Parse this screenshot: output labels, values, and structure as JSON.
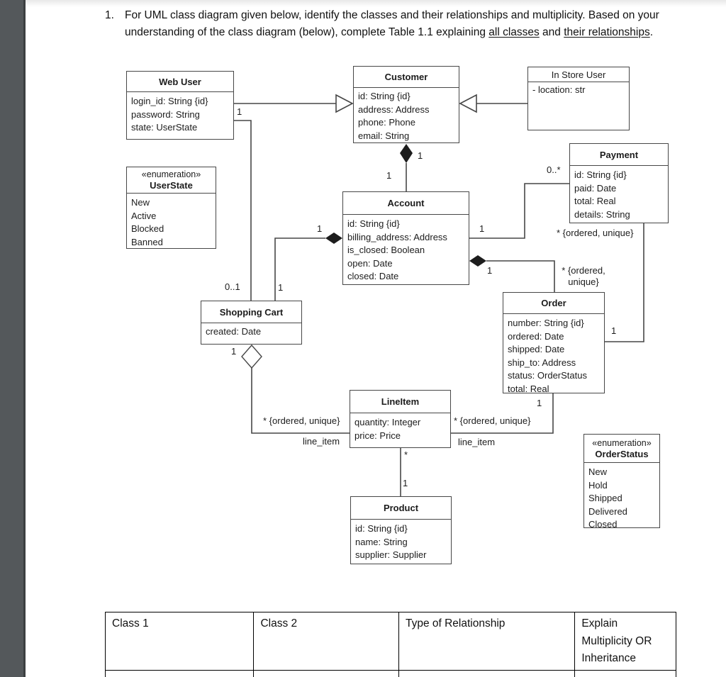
{
  "colors": {
    "viewer_gutter": "#54585b",
    "gutter_edge": "#3c3f41",
    "diagram_line": "#474747",
    "text": "#1c1c1c"
  },
  "icons": {
    "inheritance": "open-triangle",
    "composition": "filled-diamond",
    "aggregation": "open-diamond"
  },
  "question": {
    "number": "1.",
    "s1": "For UML class diagram given below, identify the classes and their relationships and multiplicity.  Based on your understanding of the class diagram (below), complete Table 1.1 explaining ",
    "s2": "all classes",
    "s3": " and ",
    "s4": "their relationships",
    "s5": "."
  },
  "diagram": {
    "classes": {
      "web_user": {
        "title": "Web User",
        "attributes": [
          "login_id: String {id}",
          "password: String",
          "state: UserState"
        ]
      },
      "customer": {
        "title": "Customer",
        "attributes": [
          "id: String {id}",
          "address: Address",
          "phone: Phone",
          "email: String"
        ]
      },
      "in_store_user": {
        "title": "In Store User",
        "attributes": [
          "- location: str"
        ]
      },
      "payment": {
        "title": "Payment",
        "attributes": [
          "id: String {id}",
          "paid: Date",
          "total: Real",
          "details: String"
        ]
      },
      "user_state": {
        "stereotype": "«enumeration»",
        "title": "UserState",
        "values": [
          "New",
          "Active",
          "Blocked",
          "Banned"
        ]
      },
      "account": {
        "title": "Account",
        "attributes": [
          "id: String {id}",
          "billing_address: Address",
          "is_closed: Boolean",
          "open: Date",
          "closed: Date"
        ]
      },
      "shopping_cart": {
        "title": "Shopping Cart",
        "attributes": [
          "created: Date"
        ]
      },
      "order": {
        "title": "Order",
        "attributes": [
          "number: String {id}",
          "ordered: Date",
          "shipped: Date",
          "ship_to: Address",
          "status: OrderStatus",
          "total: Real"
        ]
      },
      "line_item": {
        "title": "LineItem",
        "attributes": [
          "quantity: Integer",
          "price: Price"
        ]
      },
      "product": {
        "title": "Product",
        "attributes": [
          "id: String {id}",
          "name: String",
          "supplier: Supplier"
        ]
      },
      "order_status": {
        "stereotype": "«enumeration»",
        "title": "OrderStatus",
        "values": [
          "New",
          "Hold",
          "Shipped",
          "Delivered",
          "Closed"
        ]
      }
    },
    "multiplicities": {
      "wu_cart_user_end": "1",
      "wu_cart_cart_end": "0..1",
      "acct_cart_acct_end": "1",
      "acct_cart_cart_end": "1",
      "cust_acct_cust_end": "1",
      "cust_acct_acct_end": "1",
      "acct_pay_acct_end": "1",
      "acct_pay_pay_end": "0..*",
      "acct_order_acct_end": "1",
      "acct_order_order_end": "* {ordered,\nunique}",
      "order_pay_pay_end": "* {ordered, unique}",
      "order_pay_order_end": "1",
      "order_li_order_end": "1",
      "order_li_li_end": "* {ordered, unique}",
      "order_li_role": "line_item",
      "cart_li_cart_end": "1",
      "cart_li_li_end": "* {ordered, unique}",
      "cart_li_role": "line_item",
      "li_prod_li_end": "*",
      "li_prod_prod_end": "1"
    }
  },
  "table": {
    "headers": [
      "Class 1",
      "Class 2",
      "Type of Relationship",
      "Explain Multiplicity OR Inheritance"
    ]
  }
}
